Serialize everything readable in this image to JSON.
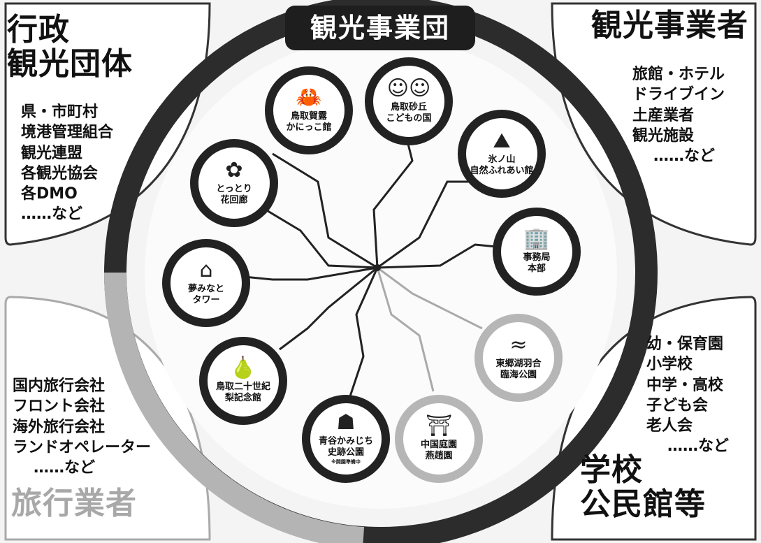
{
  "center_title": "観光事業団",
  "groups": {
    "government": {
      "title_lines": [
        "行政",
        "観光団体"
      ],
      "items": [
        "県・市町村",
        "境港管理組合",
        "観光連盟",
        "各観光協会",
        "各DMO",
        "……など"
      ]
    },
    "tourism_business": {
      "title": "観光事業者",
      "items": [
        "旅館・ホテル",
        "ドライブイン",
        "土産業者",
        "観光施設",
        "……など"
      ]
    },
    "travel_agency": {
      "title": "旅行業者",
      "items": [
        "国内旅行会社",
        "フロント会社",
        "海外旅行会社",
        "ランドオペレーター",
        "……など"
      ]
    },
    "school": {
      "title_lines": [
        "学校",
        "公民館等"
      ],
      "items": [
        "幼・保育園",
        "小学校",
        "中学・高校",
        "子ども会",
        "老人会",
        "……など"
      ]
    }
  },
  "facilities": [
    {
      "id": "crab",
      "name": "鳥取賀露\nかにっこ館",
      "icon": "crab-icon",
      "glyph": "🦀",
      "tone": "dark"
    },
    {
      "id": "dune",
      "name": "鳥取砂丘\nこどもの国",
      "icon": "children-icon",
      "glyph": "☺☺",
      "tone": "dark"
    },
    {
      "id": "hyonosen",
      "name": "氷ノ山\n自然ふれあい館",
      "icon": "mountain-icon",
      "glyph": "⛰",
      "tone": "dark"
    },
    {
      "id": "office",
      "name": "事務局\n本部",
      "icon": "office-building-icon",
      "glyph": "🏢",
      "tone": "dark"
    },
    {
      "id": "togo",
      "name": "東郷湖羽合\n臨海公園",
      "icon": "lake-park-icon",
      "glyph": "≈",
      "tone": "light"
    },
    {
      "id": "garden",
      "name": "中国庭園\n燕趙園",
      "icon": "chinese-gate-icon",
      "glyph": "⛩",
      "tone": "light"
    },
    {
      "id": "aoya",
      "name": "青谷かみじち\n史跡公園",
      "note": "※開園準備中",
      "icon": "wooden-figure-icon",
      "glyph": "☗",
      "tone": "dark"
    },
    {
      "id": "pear",
      "name": "鳥取二十世紀\n梨記念館",
      "icon": "pear-icon",
      "glyph": "🍐",
      "tone": "dark"
    },
    {
      "id": "minato",
      "name": "夢みなと\nタワー",
      "icon": "tower-icon",
      "glyph": "⌂",
      "tone": "dark"
    },
    {
      "id": "flower",
      "name": "とっとり\n花回廊",
      "icon": "flower-icon",
      "glyph": "✿",
      "tone": "dark"
    }
  ]
}
